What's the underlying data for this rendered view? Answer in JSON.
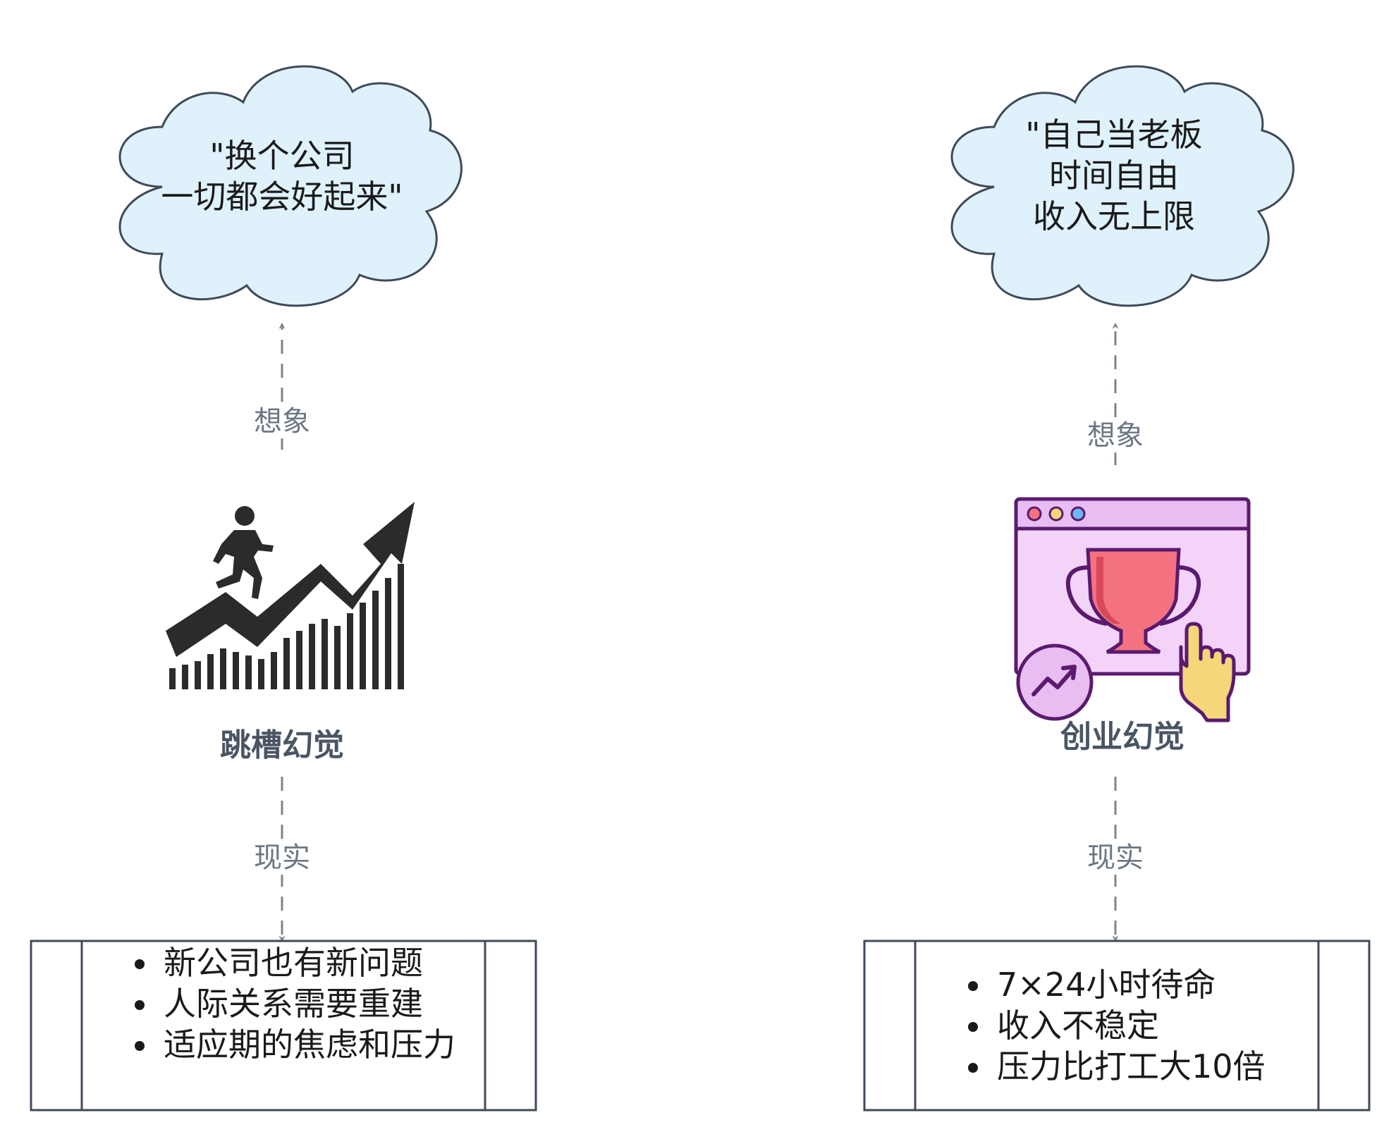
{
  "left": {
    "title": "跳槽幻觉",
    "cloud_lines": [
      "\"换个公司",
      "一切都会好起来\""
    ],
    "imagine_label": "想象",
    "reality_label": "现实",
    "reality_items": [
      "新公司也有新问题",
      "人际关系需要重建",
      "适应期的焦虑和压力"
    ],
    "icon": "running-up-growth-chart-icon"
  },
  "right": {
    "title": "创业幻觉",
    "cloud_lines": [
      "\"自己当老板",
      "时间自由",
      "收入无上限"
    ],
    "imagine_label": "想象",
    "reality_label": "现实",
    "reality_items": [
      "7×24小时待命",
      "收入不稳定",
      "压力比打工大10倍"
    ],
    "icon": "trophy-browser-window-icon"
  },
  "colors": {
    "cloud_fill": "#dff1fb",
    "stroke": "#3f4a59",
    "arrow": "#7a8692",
    "title": "#4a5563",
    "icon_dark": "#2b2b2b",
    "window_fill": "#f3d3f8",
    "window_bar": "#e8bdf2",
    "window_stroke": "#5a1a6e",
    "trophy": "#f4727f",
    "hand": "#f5d77a"
  }
}
